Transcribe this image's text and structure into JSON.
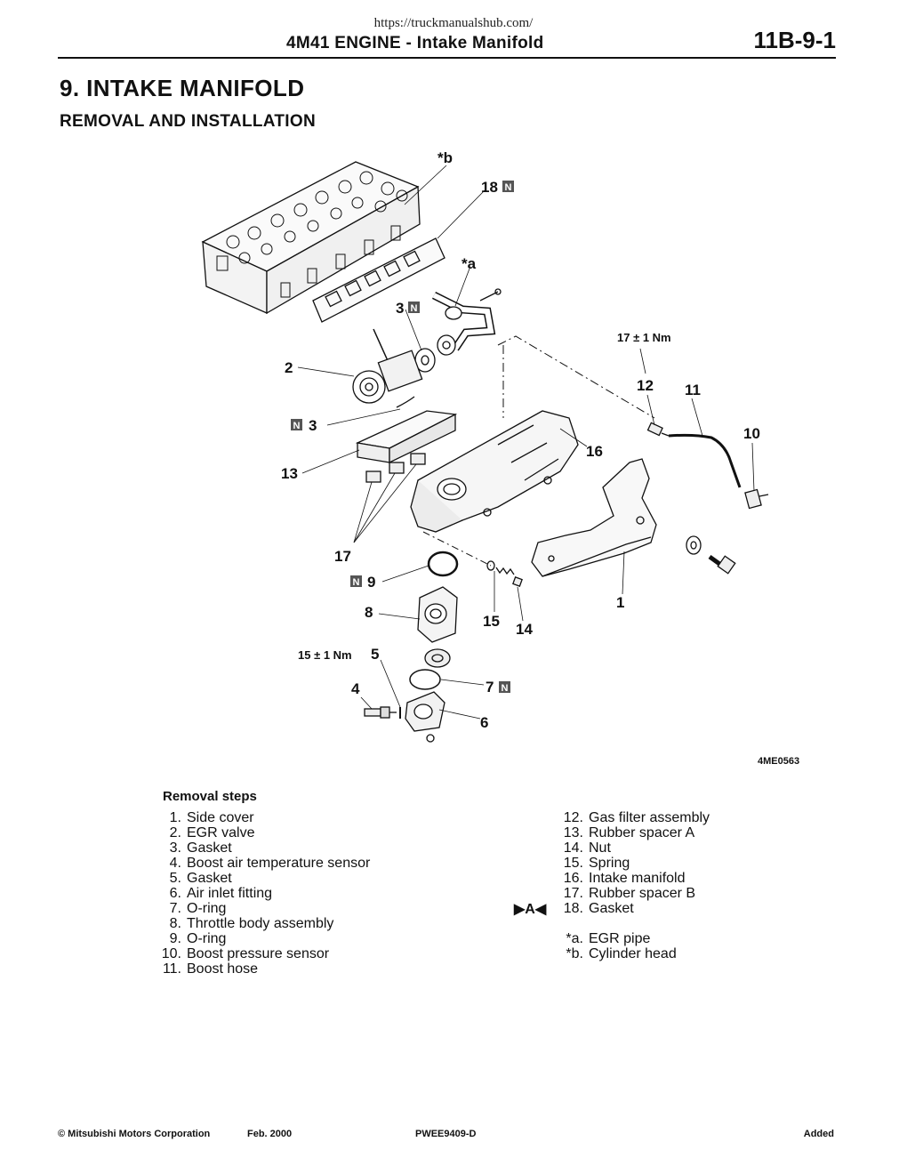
{
  "header": {
    "url": "https://truckmanualshub.com/",
    "title": "4M41 ENGINE - Intake Manifold",
    "page_number": "11B-9-1"
  },
  "section": {
    "title": "9. INTAKE MANIFOLD",
    "subtitle": "REMOVAL AND INSTALLATION"
  },
  "figure": {
    "id": "4ME0563",
    "callouts": {
      "b": "*b",
      "c18": "18",
      "a": "*a",
      "c3top": "3",
      "c2": "2",
      "c3": "3",
      "c13": "13",
      "c17": "17",
      "c9": "9",
      "c8": "8",
      "c5": "5",
      "c4": "4",
      "c7": "7",
      "c6": "6",
      "c15": "15",
      "c14": "14",
      "c1": "1",
      "c16": "16",
      "c12": "12",
      "c11": "11",
      "c10": "10"
    },
    "badge_letter": "N",
    "torque_top": "17 ± 1 Nm",
    "torque_bottom": "15 ± 1 Nm"
  },
  "removal": {
    "title": "Removal steps",
    "left": [
      {
        "n": "1.",
        "t": "Side cover"
      },
      {
        "n": "2.",
        "t": "EGR valve"
      },
      {
        "n": "3.",
        "t": "Gasket"
      },
      {
        "n": "4.",
        "t": "Boost air temperature sensor"
      },
      {
        "n": "5.",
        "t": "Gasket"
      },
      {
        "n": "6.",
        "t": "Air inlet fitting"
      },
      {
        "n": "7.",
        "t": "O-ring"
      },
      {
        "n": "8.",
        "t": "Throttle body assembly"
      },
      {
        "n": "9.",
        "t": "O-ring"
      },
      {
        "n": "10.",
        "t": "Boost pressure sensor"
      },
      {
        "n": "11.",
        "t": "Boost hose"
      }
    ],
    "right": [
      {
        "n": "12.",
        "t": "Gas filter assembly"
      },
      {
        "n": "13.",
        "t": "Rubber spacer A"
      },
      {
        "n": "14.",
        "t": "Nut"
      },
      {
        "n": "15.",
        "t": "Spring"
      },
      {
        "n": "16.",
        "t": "Intake manifold"
      },
      {
        "n": "17.",
        "t": "Rubber spacer B"
      },
      {
        "n": "18.",
        "t": "Gasket"
      },
      {
        "n": "",
        "t": ""
      },
      {
        "n": "*a.",
        "t": "EGR pipe"
      },
      {
        "n": "*b.",
        "t": "Cylinder head"
      }
    ],
    "install_mark": "▶A◀"
  },
  "footer": {
    "copyright": "© Mitsubishi Motors Corporation",
    "date": "Feb. 2000",
    "code": "PWEE9409-D",
    "status": "Added"
  }
}
